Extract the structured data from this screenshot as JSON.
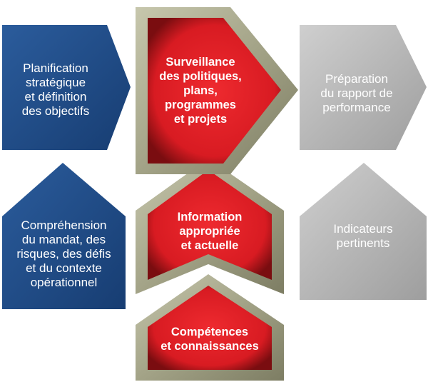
{
  "colors": {
    "blue": "#1d4a86",
    "gray": "#b3b3b3",
    "red": "#e01e25",
    "olive_frame": "#9a9a7e"
  },
  "diagram": {
    "left_column": [
      {
        "lines": [
          "Planification",
          "stratégique",
          "et définition",
          "des objectifs"
        ]
      },
      {
        "lines": [
          "Compréhension",
          "du mandat, des",
          "risques, des défis",
          "et du contexte",
          "opérationnel"
        ]
      }
    ],
    "center_column": [
      {
        "lines": [
          "Surveillance",
          "des politiques,",
          "plans,",
          "programmes",
          "et projets"
        ]
      },
      {
        "lines": [
          "Information",
          "appropriée",
          "et actuelle"
        ]
      },
      {
        "lines": [
          "Compétences",
          "et connaissances"
        ]
      }
    ],
    "right_column": [
      {
        "lines": [
          "Préparation",
          "du rapport de",
          "performance"
        ]
      },
      {
        "lines": [
          "Indicateurs",
          "pertinents"
        ]
      }
    ]
  }
}
